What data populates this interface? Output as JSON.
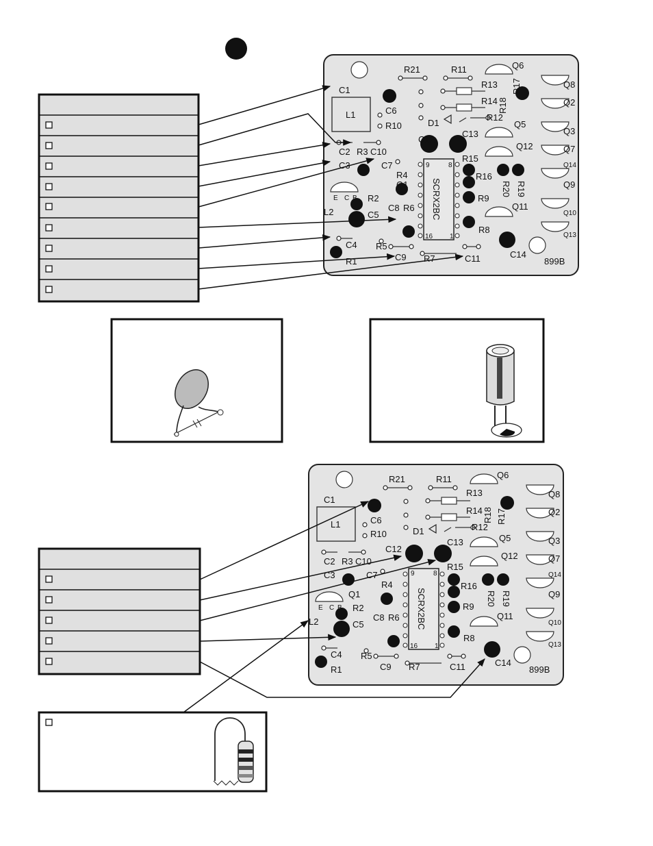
{
  "step_marker": "",
  "board_code": "899B",
  "ic_label": "SCRX2BC",
  "ic_pins": {
    "p9": "9",
    "p8": "8",
    "p16": "16",
    "p1": "1"
  },
  "tbe": {
    "e": "E",
    "c": "C",
    "b": "B"
  },
  "board_labels": {
    "R21": "R21",
    "R11": "R11",
    "Q6": "Q6",
    "Q8": "Q8",
    "Q2": "Q2",
    "Q3": "Q3",
    "Q7": "Q7",
    "Q14": "Q14",
    "Q9": "Q9",
    "Q10": "Q10",
    "Q13": "Q13",
    "Q5": "Q5",
    "Q12": "Q12",
    "Q11": "Q11",
    "Q1": "Q1",
    "R13": "R13",
    "R14": "R14",
    "R18": "R18",
    "R17": "R17",
    "R12": "R12",
    "D1": "D1",
    "C13": "C13",
    "C12": "C12",
    "R15": "R15",
    "R16": "R16",
    "R20": "R20",
    "R19": "R19",
    "R9": "R9",
    "R8": "R8",
    "C14": "C14",
    "C1": "C1",
    "L1": "L1",
    "C6": "C6",
    "R10": "R10",
    "C2": "C2",
    "R3": "R3",
    "C10": "C10",
    "C3": "C3",
    "C7": "C7",
    "R4": "R4",
    "R2": "R2",
    "L2": "L2",
    "C5": "C5",
    "C8": "C8",
    "R6": "R6",
    "C4": "C4",
    "R5": "R5",
    "R1": "R1",
    "C9": "C9",
    "R7": "R7",
    "C11": "C11"
  },
  "checklist_top": {
    "rows": 9
  },
  "checklist_bottom": {
    "rows": 5
  },
  "colors": {
    "board": "#e4e4e4",
    "table": "#e0e0e0",
    "ink": "#111111"
  }
}
